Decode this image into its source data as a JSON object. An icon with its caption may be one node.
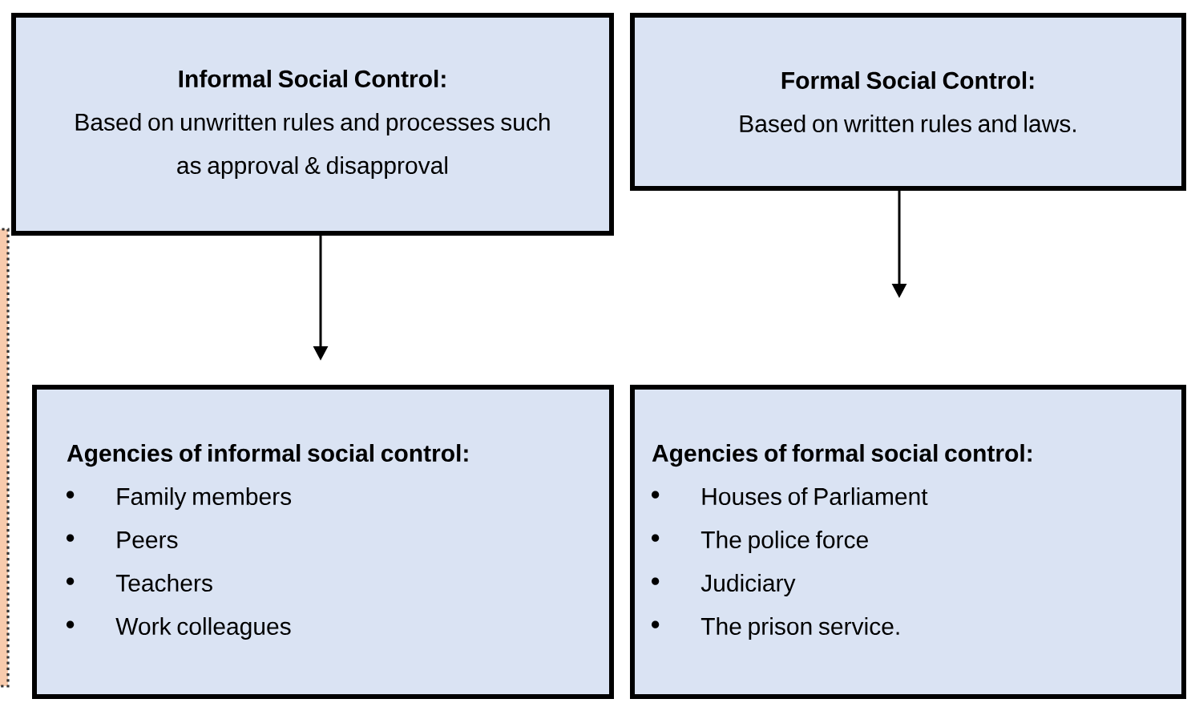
{
  "diagram": {
    "nodes": [
      {
        "text": [
          "Informal Social Control:",
          "Based on unwritten rules and processes such as approval & disapproval"
        ]
      },
      {
        "text": [
          "Formal Social Control:",
          "Based on written rules and laws."
        ]
      },
      {
        "text": [
          "Agencies of informal social control:",
          "Family members",
          "Peers",
          "Teachers",
          "Work colleagues"
        ]
      },
      {
        "text": [
          "Agencies of formal social control:",
          "Houses of Parliament",
          "The police force",
          "Judiciary",
          "The prison service."
        ]
      }
    ],
    "edges": [
      {
        "from": 0,
        "to": 2,
        "arrow": "to"
      },
      {
        "from": 1,
        "to": 3,
        "arrow": "to"
      }
    ]
  }
}
